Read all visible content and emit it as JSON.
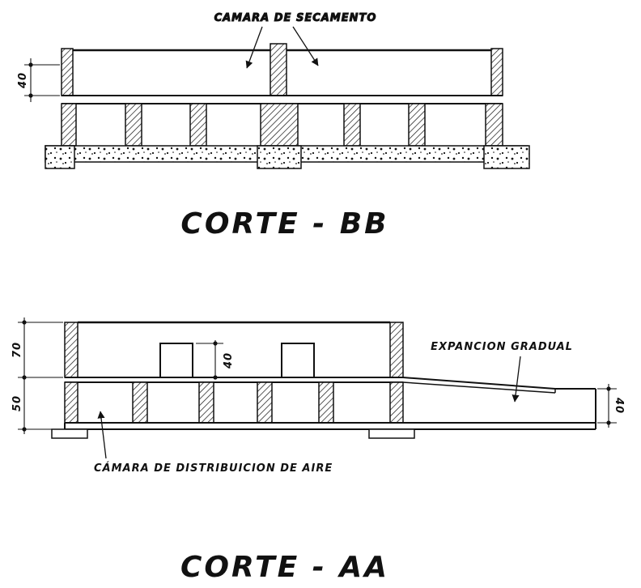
{
  "page": {
    "background": "#ffffff",
    "ink": "#111111"
  },
  "corte_bb": {
    "title": "CORTE - BB",
    "label_camara_secamento": "CAMARA DE SECAMENTO",
    "dim_left": "40"
  },
  "corte_aa": {
    "title": "CORTE - AA",
    "label_expancion": "EXPANCION GRADUAL",
    "label_camara_distribuicion": "CÁMARA DE DISTRIBUICION DE AIRE",
    "dim_left_top": "70",
    "dim_left_bottom": "50",
    "dim_inner": "40",
    "dim_right": "40"
  }
}
